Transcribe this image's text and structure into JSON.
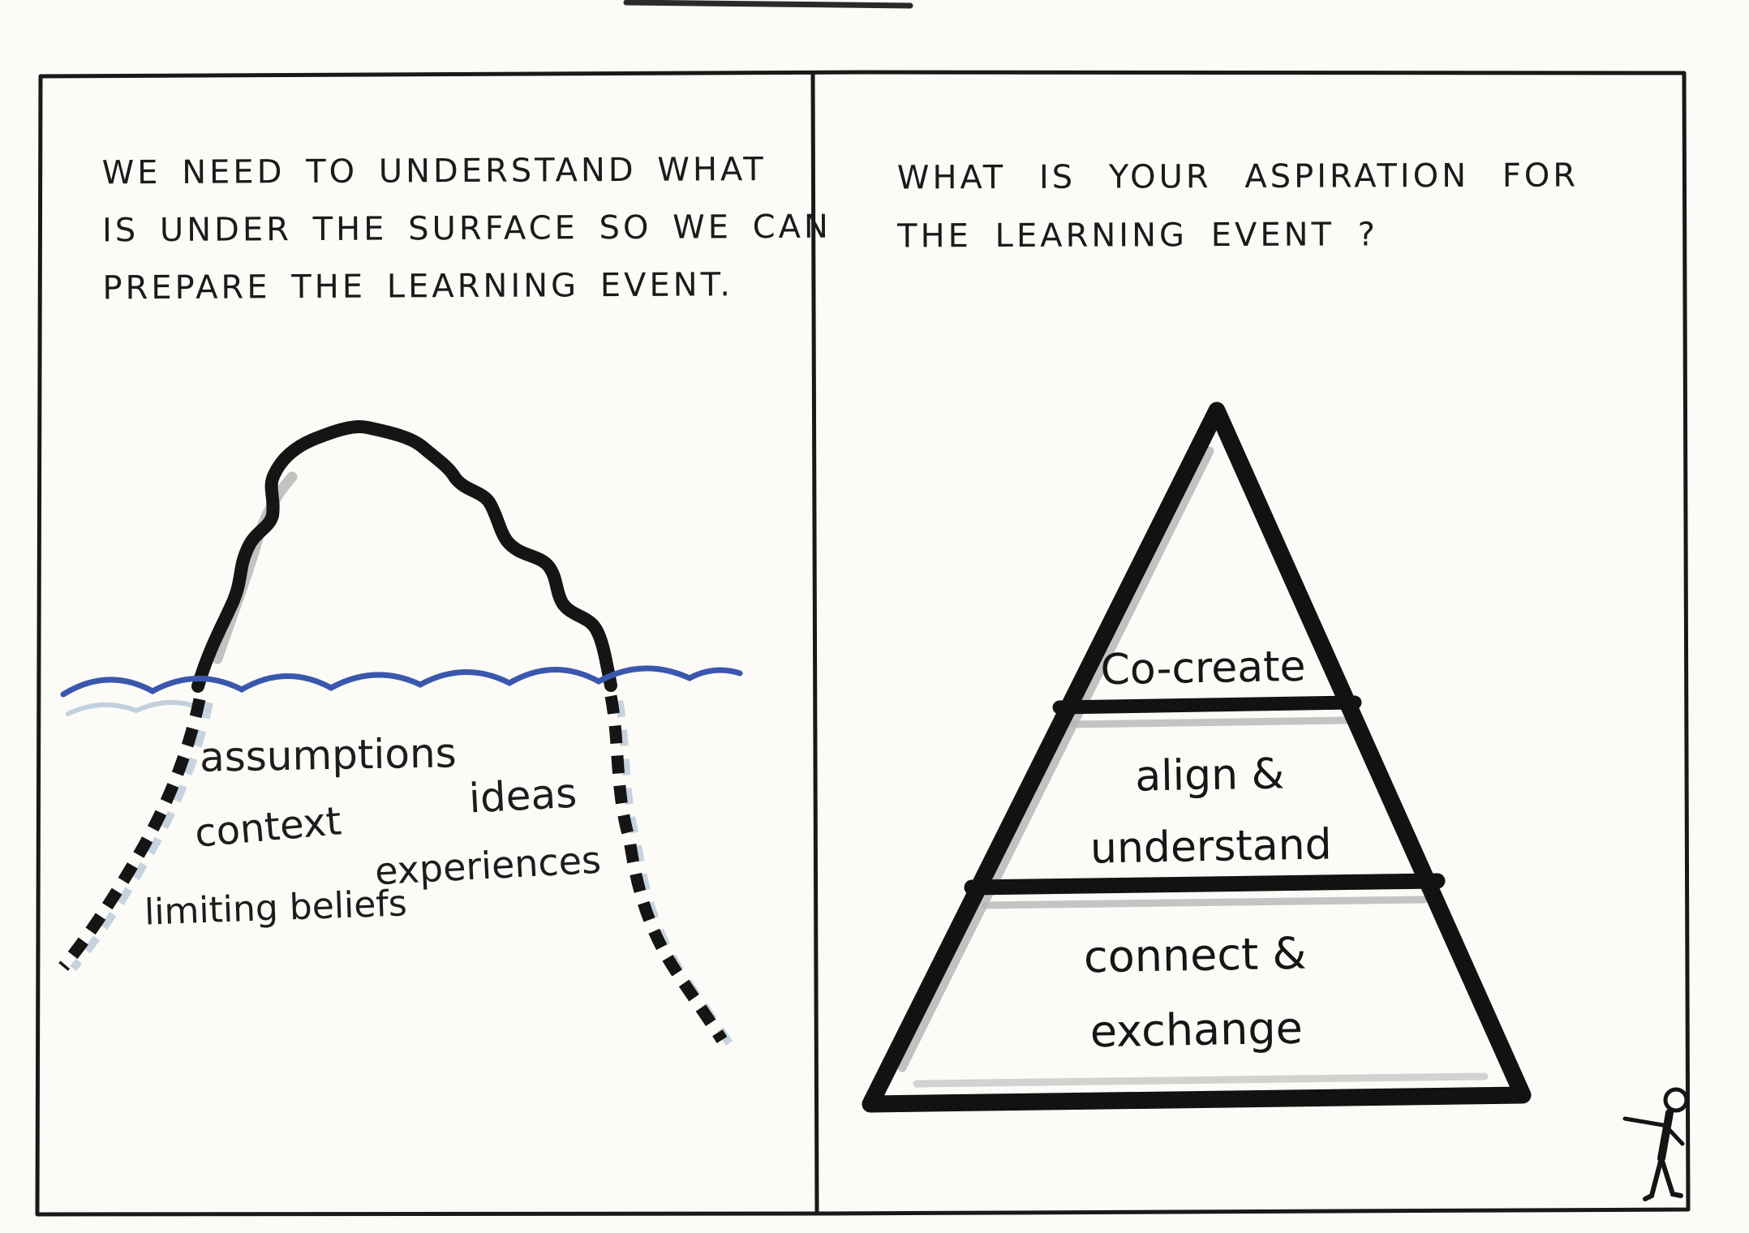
{
  "colors": {
    "ink": "#191919",
    "water_blue": "#3a57ae",
    "shadow_gray": "#b7b7b7",
    "paper": "#fcfbf7"
  },
  "left_panel": {
    "heading_lines": [
      "WE NEED TO UNDERSTAND WHAT",
      "IS UNDER THE SURFACE SO WE CAN",
      "PREPARE THE LEARNING EVENT."
    ],
    "underwater_labels": [
      {
        "text": "assumptions"
      },
      {
        "text": "ideas"
      },
      {
        "text": "context"
      },
      {
        "text": "experiences"
      },
      {
        "text": "limiting beliefs"
      }
    ]
  },
  "right_panel": {
    "heading_lines": [
      "WHAT IS YOUR ASPIRATION FOR",
      "THE LEARNING EVENT ?"
    ],
    "pyramid": {
      "tiers": [
        {
          "position": "top",
          "lines": [
            "Co-create"
          ]
        },
        {
          "position": "middle",
          "lines": [
            "align &",
            "understand"
          ]
        },
        {
          "position": "bottom",
          "lines": [
            "connect &",
            "exchange"
          ]
        }
      ]
    }
  }
}
